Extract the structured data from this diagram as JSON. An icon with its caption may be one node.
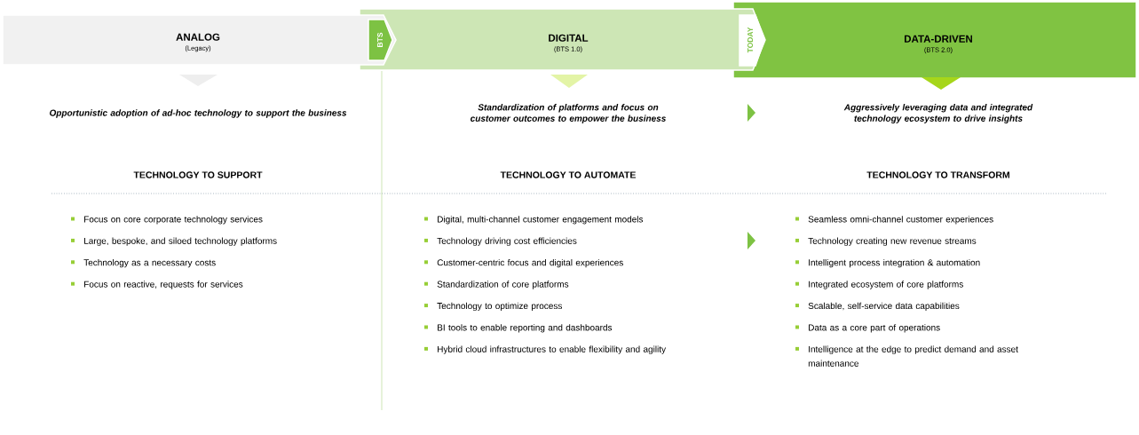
{
  "diagram": {
    "nodes": [
      {
        "text": [
          "ANALOG",
          "(Legacy)"
        ]
      },
      {
        "text": [
          "BTS"
        ]
      },
      {
        "text": [
          "DIGITAL",
          "(BTS 1.0)"
        ]
      },
      {
        "text": [
          "TODAY"
        ]
      },
      {
        "text": [
          "DATA-DRIVEN",
          "(BTS 2.0)"
        ]
      }
    ],
    "labels": [
      "Opportunistic adoption of ad-hoc technology to support the business",
      "Standardization of platforms and focus on customer outcomes to empower the business",
      "Aggressively leveraging data and integrated technology ecosystem to drive insights",
      "TECHNOLOGY TO SUPPORT",
      "TECHNOLOGY TO AUTOMATE",
      "TECHNOLOGY TO TRANSFORM",
      "Focus on core corporate technology services",
      "Large, bespoke, and siloed technology platforms",
      "Technology as a necessary costs",
      "Focus on reactive, requests for services",
      "Digital, multi-channel customer engagement models",
      "Technology driving cost efficiencies",
      "Customer-centric focus and digital experiences",
      "Standardization of core platforms",
      "Technology to optimize process",
      "BI tools to enable reporting and dashboards",
      "Hybrid cloud infrastructures to enable flexibility and agility",
      "Seamless omni-channel customer experiences",
      "Technology creating new revenue streams",
      "Intelligent process integration & automation",
      "Integrated ecosystem of core platforms",
      "Scalable, self-service data capabilities",
      "Data as a core part of operations",
      "Intelligence at the edge to predict demand and asset maintenance"
    ]
  }
}
